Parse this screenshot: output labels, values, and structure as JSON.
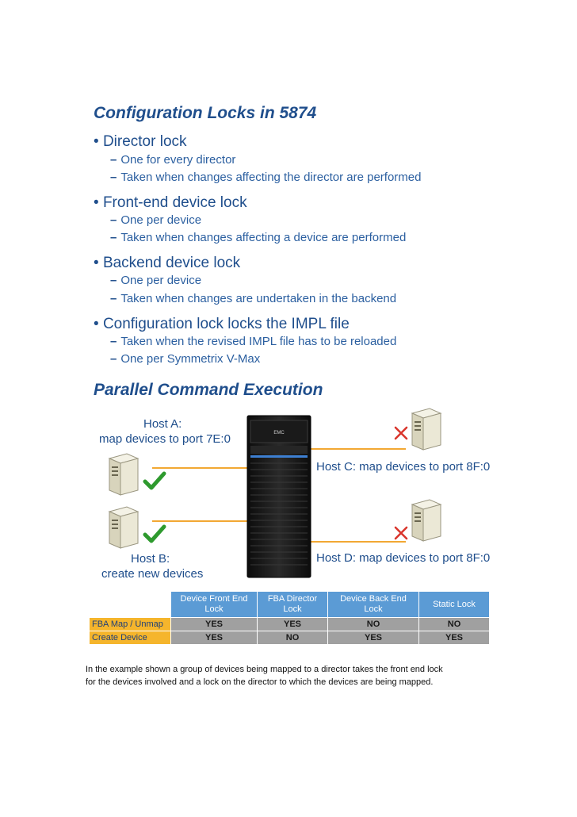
{
  "slide1": {
    "title": "Configuration Locks in 5874",
    "bullets": [
      {
        "text": "Director lock",
        "subs": [
          "One for every director",
          "Taken when changes affecting the director are performed"
        ]
      },
      {
        "text": "Front-end device lock",
        "subs": [
          "One per device",
          "Taken when changes affecting a device are performed"
        ]
      },
      {
        "text": "Backend device lock",
        "subs": [
          "One per device",
          "Taken when changes are undertaken in the backend"
        ]
      },
      {
        "text": "Configuration lock locks the IMPL file",
        "subs": [
          "Taken when the revised IMPL file has to be reloaded",
          "One per Symmetrix V-Max"
        ]
      }
    ]
  },
  "slide2": {
    "title": "Parallel Command Execution",
    "host_a": [
      "Host A:",
      "map devices to port 7E:0"
    ],
    "host_b": [
      "Host B:",
      "create new devices"
    ],
    "host_c": "Host C: map devices to port 8F:0",
    "host_d": "Host D: map devices to port 8F:0",
    "rack_brand": "EMC"
  },
  "table": {
    "headers": [
      [
        "Device Front End",
        "Lock"
      ],
      [
        "FBA Director",
        "Lock"
      ],
      [
        "Device Back End",
        "Lock"
      ],
      [
        "Static Lock"
      ]
    ],
    "rows": [
      {
        "label": "FBA Map / Unmap",
        "values": [
          "YES",
          "YES",
          "NO",
          "NO"
        ]
      },
      {
        "label": "Create Device",
        "values": [
          "YES",
          "NO",
          "YES",
          "YES"
        ]
      }
    ]
  },
  "caption": [
    "In the example shown a group of devices being  mapped to a director takes the front end lock",
    "for the devices involved and a lock on the director to which the devices are being mapped."
  ],
  "colors": {
    "title_blue": "#1f4e8c",
    "line_orange": "#f2a833",
    "table_header": "#5b9bd5",
    "row_label": "#f5b52c",
    "cell_gray": "#a0a0a0",
    "check_green": "#2e9a2e",
    "cross_red": "#d9342b"
  }
}
